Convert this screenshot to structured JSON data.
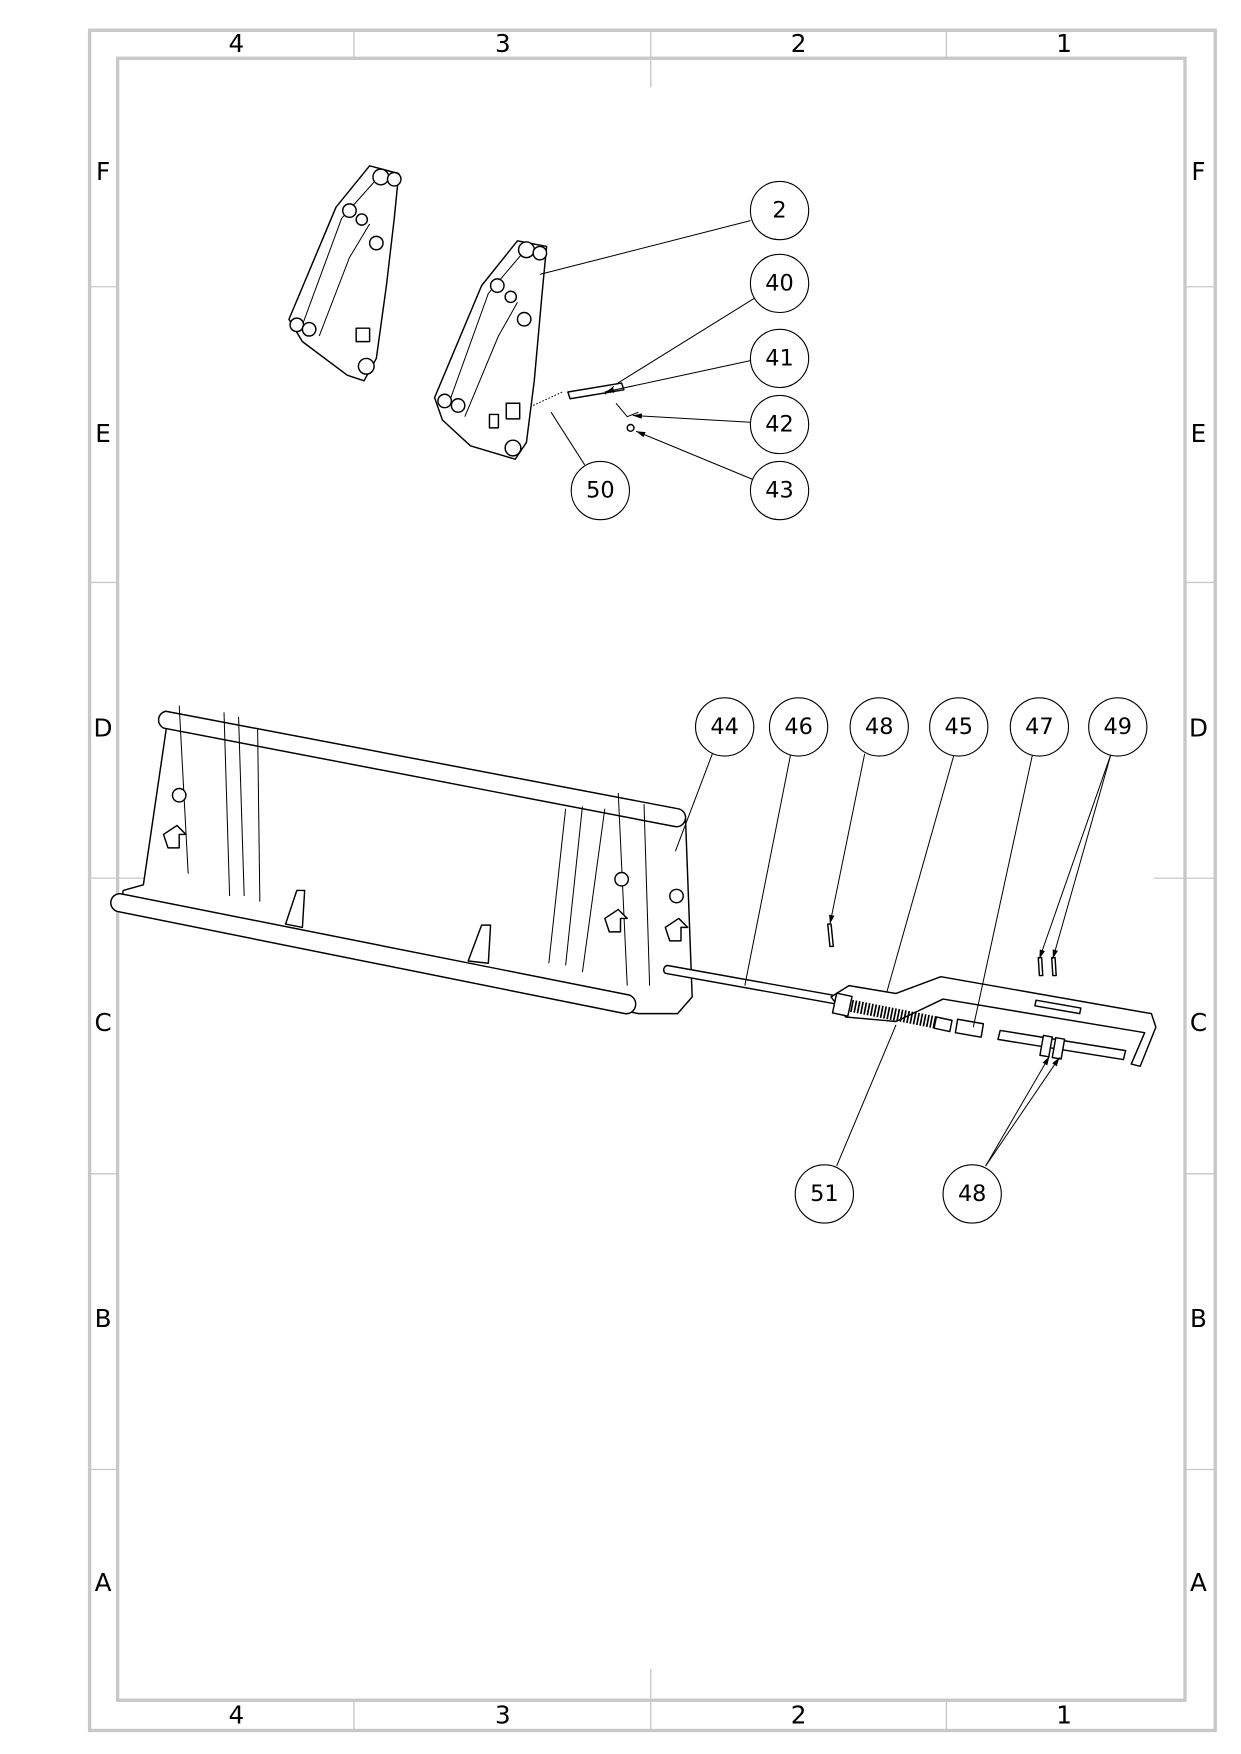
{
  "drawing": {
    "column_labels": [
      "4",
      "3",
      "2",
      "1"
    ],
    "row_labels": [
      "F",
      "E",
      "D",
      "C",
      "B",
      "A"
    ],
    "balloons": {
      "b2": "2",
      "b40": "40",
      "b41": "41",
      "b42": "42",
      "b43": "43",
      "b50": "50",
      "b44": "44",
      "b46": "46",
      "b48a": "48",
      "b45": "45",
      "b47": "47",
      "b49": "49",
      "b51": "51",
      "b48b": "48"
    },
    "line_color": "#000000",
    "frame_color": "#c8c8c8"
  }
}
